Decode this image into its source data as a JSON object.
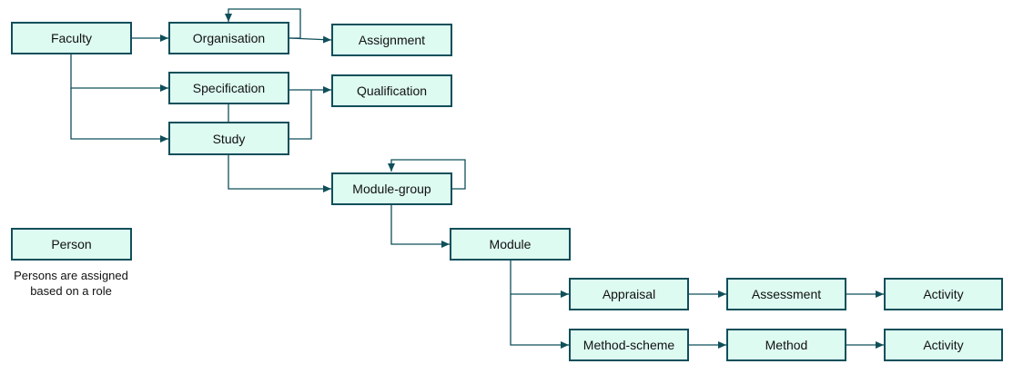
{
  "nodes": {
    "faculty": "Faculty",
    "organisation": "Organisation",
    "assignment": "Assignment",
    "specification": "Specification",
    "qualification": "Qualification",
    "study": "Study",
    "module_group": "Module-group",
    "module": "Module",
    "appraisal": "Appraisal",
    "assessment": "Assessment",
    "activity_1": "Activity",
    "method_scheme": "Method-scheme",
    "method": "Method",
    "activity_2": "Activity",
    "person": "Person"
  },
  "note": "Persons are assigned based on a role",
  "colors": {
    "box_fill": "#ddfbf1",
    "box_border": "#0f4f5a",
    "connector": "#0f4f5a"
  }
}
